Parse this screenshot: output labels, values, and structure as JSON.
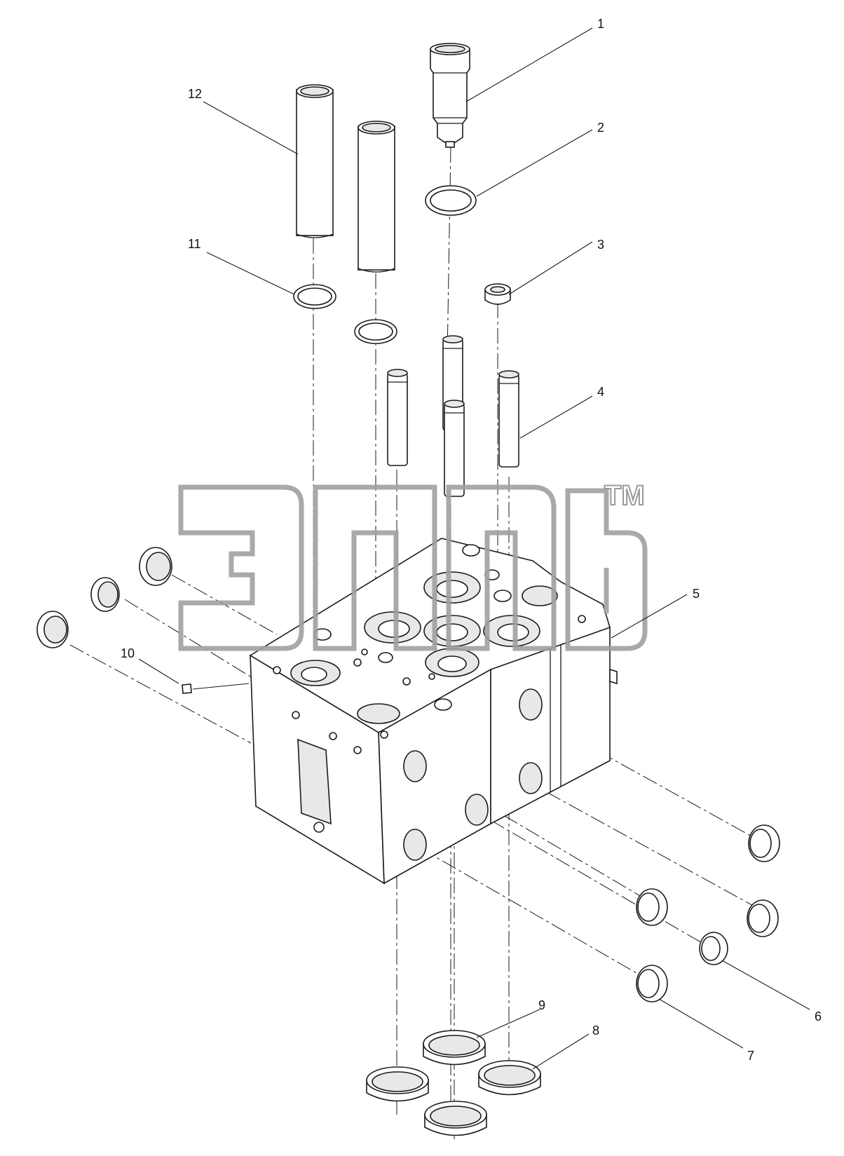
{
  "diagram": {
    "callouts": [
      "1",
      "2",
      "3",
      "4",
      "5",
      "6",
      "7",
      "8",
      "9",
      "10",
      "11",
      "12"
    ],
    "watermark": {
      "mark": "TM"
    }
  }
}
